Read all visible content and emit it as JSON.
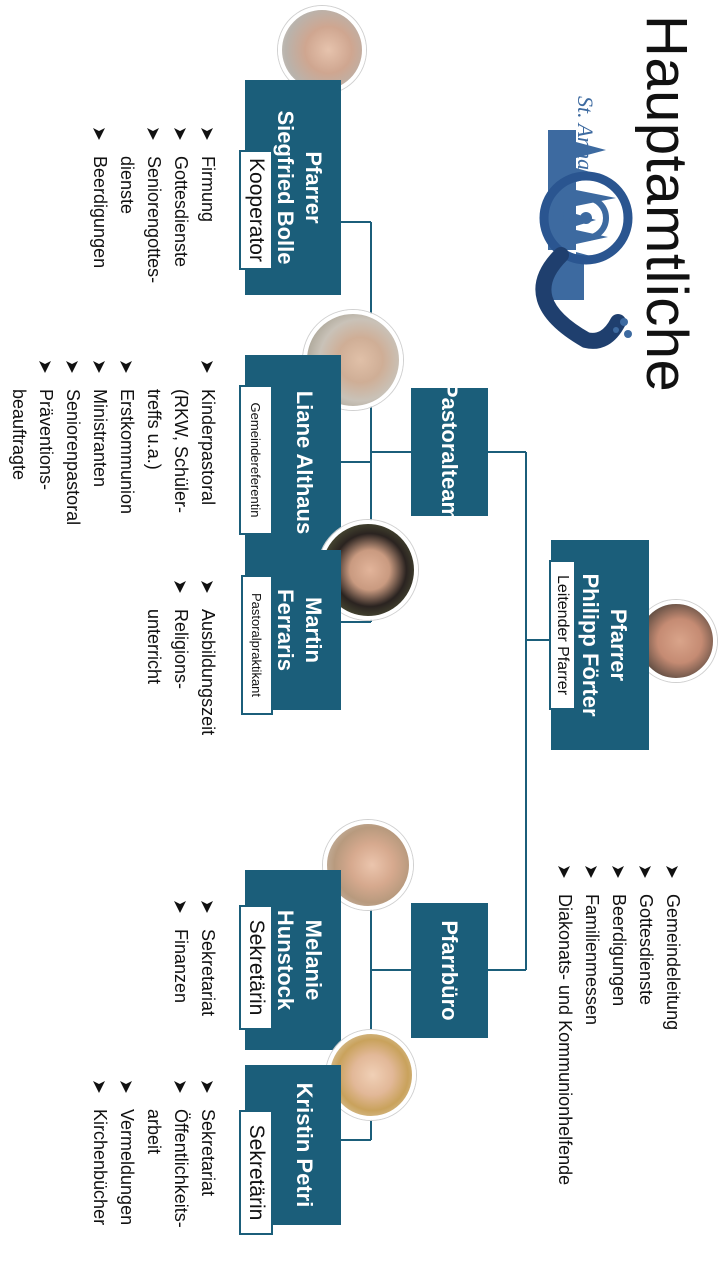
{
  "title": "Hauptamtliche",
  "logo": {
    "text": "St. Anna",
    "colors": {
      "primary": "#3d6aa0",
      "dark": "#1f3f6e"
    }
  },
  "colors": {
    "box": "#1b5e7a",
    "line": "#1b5e7a",
    "text": "#111111"
  },
  "head": {
    "name_line1": "Pfarrer",
    "name_line2": "Philipp Förter",
    "role": "Leitender Pfarrer",
    "tasks": [
      "Gemeindeleitung",
      "Gottesdienste",
      "Beerdigungen",
      "Familienmessen",
      "Diakonats- und Kommunionhelfende"
    ]
  },
  "units": {
    "pastoralteam": "Pastoralteam",
    "pfarrbuero": "Pfarrbüro"
  },
  "people": {
    "bolle": {
      "name_line1": "Pfarrer",
      "name_line2": "Siegfried Bolle",
      "role": "Kooperator",
      "tasks": [
        "Firmung",
        "Gottesdienste",
        "Seniorengottes-",
        "dienste",
        "Beerdigungen"
      ]
    },
    "althaus": {
      "name_line1": "Liane Althaus",
      "role": "Gemeindereferentin",
      "tasks": [
        "Kinderpastoral",
        "(RKW, Schüler-",
        "treffs u.a.)",
        "Erstkommunion",
        "Ministranten",
        "Seniorenpastoral",
        "Präventions-",
        "beauftragte"
      ]
    },
    "ferraris": {
      "name_line1": "Martin",
      "name_line2": "Ferraris",
      "role": "Pastoralpraktikant",
      "tasks": [
        "Ausbildungszeit",
        "Religions-",
        "unterricht"
      ]
    },
    "hunstock": {
      "name_line1": "Melanie",
      "name_line2": "Hunstock",
      "role": "Sekretärin",
      "tasks": [
        "Sekretariat",
        "Finanzen"
      ]
    },
    "petri": {
      "name_line1": "Kristin Petri",
      "role": "Sekretärin",
      "tasks": [
        "Sekretariat",
        "Öffentlichkeits-",
        "arbeit",
        "Vermeldungen",
        "Kirchenbücher"
      ]
    }
  }
}
